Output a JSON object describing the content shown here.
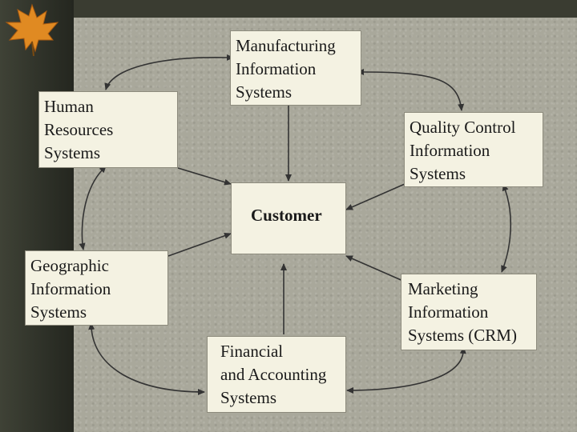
{
  "diagram": {
    "center": {
      "label": "Customer"
    },
    "systems": [
      {
        "id": "manufacturing",
        "label": "Manufacturing\nInformation\nSystems"
      },
      {
        "id": "human-resources",
        "label": "Human\nResources\nSystems"
      },
      {
        "id": "quality-control",
        "label": "Quality Control\nInformation\nSystems"
      },
      {
        "id": "geographic",
        "label": "Geographic\nInformation\nSystems"
      },
      {
        "id": "marketing",
        "label": "Marketing\nInformation\nSystems (CRM)"
      },
      {
        "id": "financial",
        "label": "Financial\nand Accounting\nSystems"
      }
    ]
  },
  "colors": {
    "box_fill": "#f4f2e2",
    "arrow": "#333333",
    "background": "#a9a89b"
  }
}
